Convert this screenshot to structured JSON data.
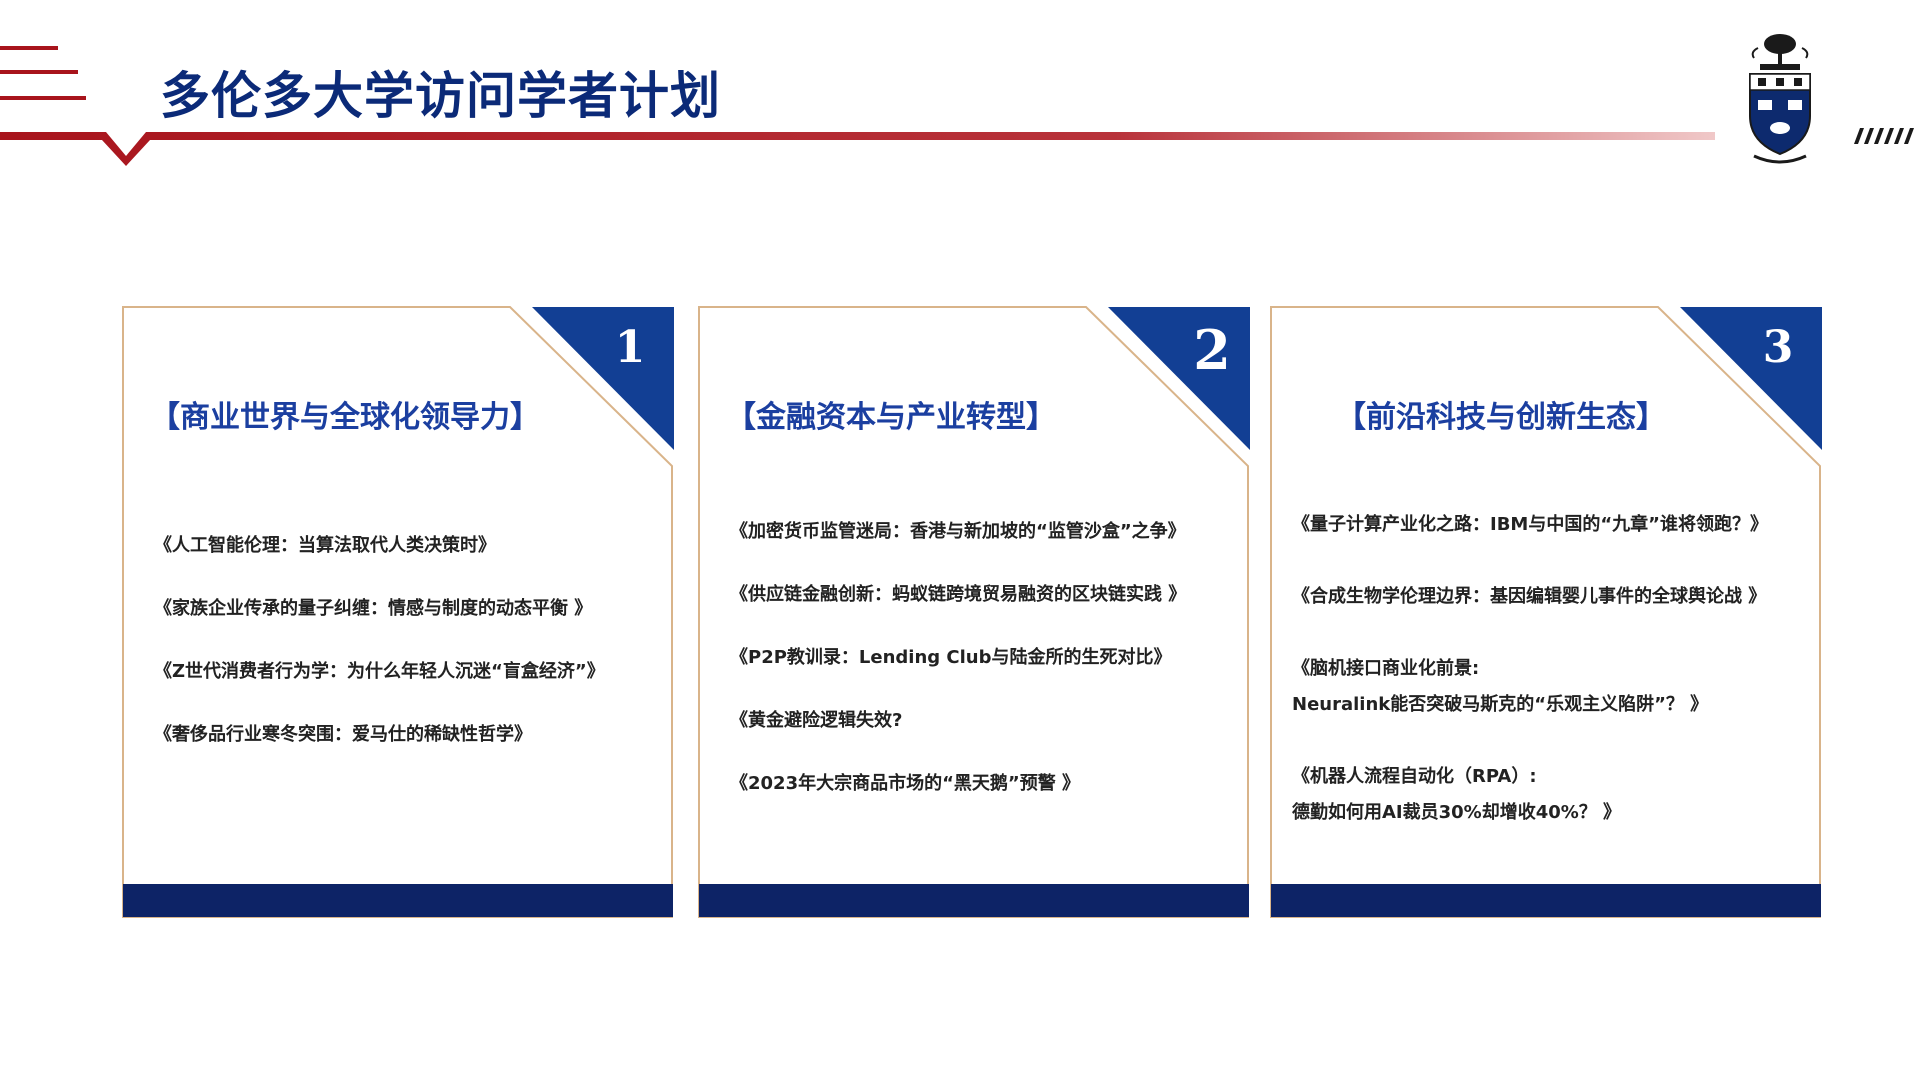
{
  "header": {
    "title": "多伦多大学访问学者计划"
  },
  "colors": {
    "accent_red": "#a8141c",
    "navy": "#0d2366",
    "corner_blue": "#123f94",
    "card_border": "#d9b48a",
    "title_blue": "#0b2a78",
    "heading_blue": "#1b3fa0"
  },
  "logo": {
    "icon": "university-crest-icon"
  },
  "cards": [
    {
      "number": "1",
      "heading": "【商业世界与全球化领导力】",
      "items": [
        "《人工智能伦理：当算法取代人类决策时》",
        "《家族企业传承的量子纠缠：情感与制度的动态平衡 》",
        "《Z世代消费者行为学：为什么年轻人沉迷“盲盒经济”》",
        "《奢侈品行业寒冬突围：爱马仕的稀缺性哲学》"
      ]
    },
    {
      "number": "2",
      "heading": "【金融资本与产业转型】",
      "items": [
        "《加密货币监管迷局：香港与新加坡的“监管沙盒”之争》",
        "《供应链金融创新：蚂蚁链跨境贸易融资的区块链实践 》",
        "《P2P教训录：Lending Club与陆金所的生死对比》",
        "《黄金避险逻辑失效?",
        "《2023年大宗商品市场的“黑天鹅”预警 》"
      ]
    },
    {
      "number": "3",
      "heading": "【前沿科技与创新生态】",
      "items": [
        {
          "line1": "《量子计算产业化之路：IBM与中国的“九章”谁将领跑？》",
          "line2": ""
        },
        {
          "line1": "《合成生物学伦理边界：基因编辑婴儿事件的全球舆论战 》",
          "line2": ""
        },
        {
          "line1": "《脑机接口商业化前景:",
          "line2": "Neuralink能否突破马斯克的“乐观主义陷阱”？ 》"
        },
        {
          "line1": "《机器人流程自动化（RPA）:",
          "line2": "德勤如何用AI裁员30%却增收40%？ 》"
        }
      ]
    }
  ]
}
